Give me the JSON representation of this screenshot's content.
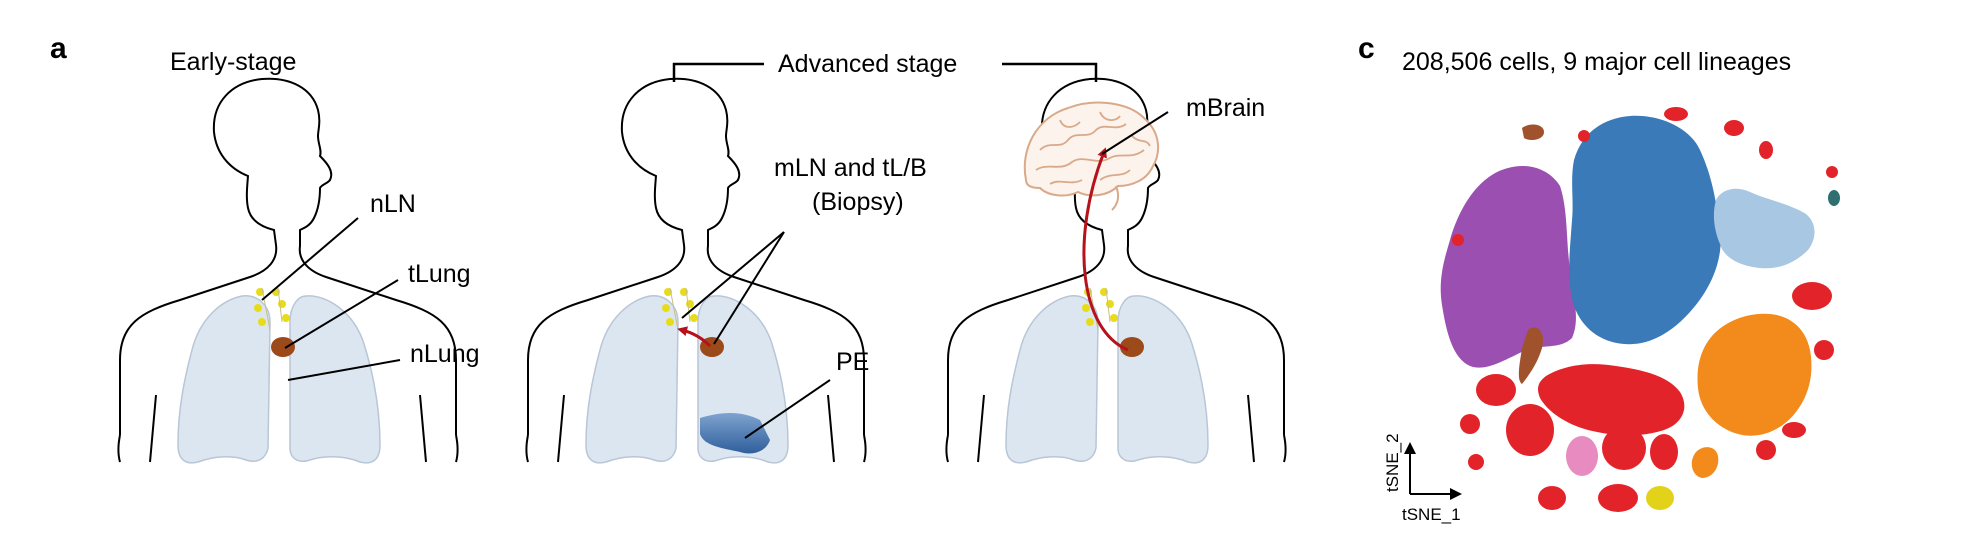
{
  "panels": {
    "a": {
      "letter": "a",
      "early": {
        "title": "Early-stage",
        "labels": {
          "nLN": "nLN",
          "tLung": "tLung",
          "nLung": "nLung"
        }
      },
      "advanced": {
        "title": "Advanced stage",
        "labels": {
          "mLN": "mLN and tL/B",
          "biopsy": "(Biopsy)",
          "PE": "PE",
          "mBrain": "mBrain"
        }
      }
    },
    "c": {
      "letter": "c",
      "title": "208,506 cells, 9 major cell lineages",
      "xaxis": "tSNE_1",
      "yaxis": "tSNE_2"
    }
  },
  "colors": {
    "lung": "#dce6f1",
    "tumor": "#9c4a1a",
    "lymph": "#e8dc1a",
    "arrow": "#b5121b",
    "effusion": "#3f6ea8",
    "brain": "#d9a98a",
    "purple": "#9b4fb0",
    "blue": "#3b7ab8",
    "lightblue": "#a7c7e2",
    "orange": "#f28a1c",
    "red": "#e3232a",
    "pink": "#e88bc0",
    "yellow": "#e2d21a",
    "brown": "#a0522d",
    "teal": "#2f6f6f"
  }
}
